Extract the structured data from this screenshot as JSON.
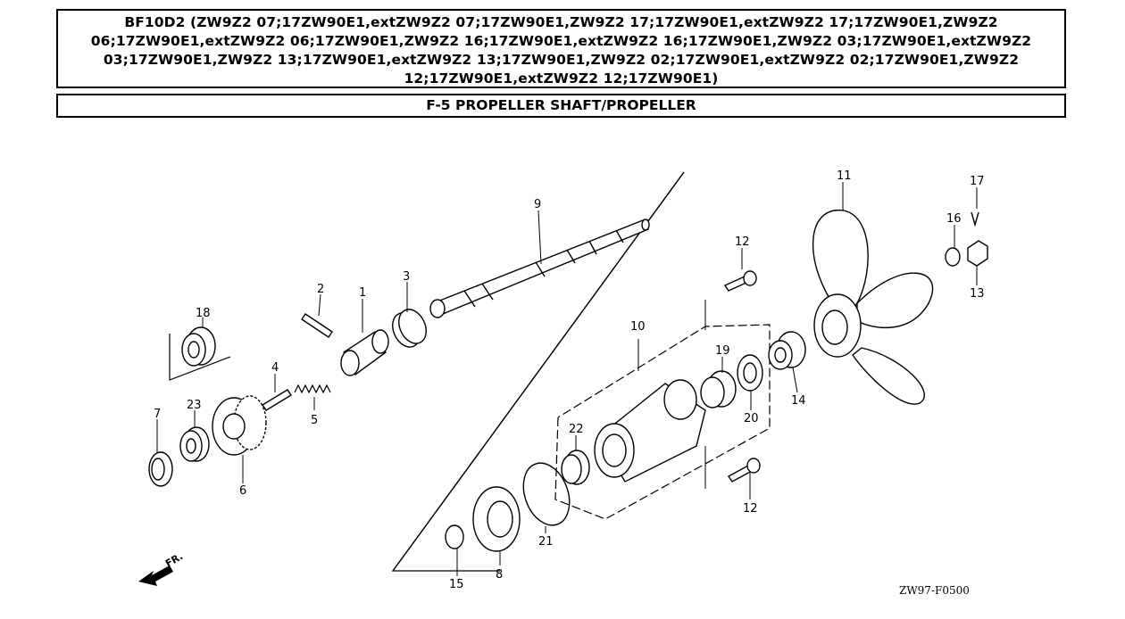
{
  "header": {
    "model_line": "BF10D2 (ZW9Z2 07;17ZW90E1,extZW9Z2 07;17ZW90E1,ZW9Z2 17;17ZW90E1,extZW9Z2 17;17ZW90E1,ZW9Z2 06;17ZW90E1,extZW9Z2 06;17ZW90E1,ZW9Z2 16;17ZW90E1,extZW9Z2 16;17ZW90E1,ZW9Z2 03;17ZW90E1,extZW9Z2 03;17ZW90E1,ZW9Z2 13;17ZW90E1,extZW9Z2 13;17ZW90E1,ZW9Z2 02;17ZW90E1,extZW9Z2 02;17ZW90E1,ZW9Z2 12;17ZW90E1,extZW9Z2 12;17ZW90E1)",
    "section_title": "F-5 PROPELLER SHAFT/PROPELLER"
  },
  "diagram": {
    "callouts": {
      "c1": "1",
      "c2": "2",
      "c3": "3",
      "c4": "4",
      "c5": "5",
      "c6": "6",
      "c7": "7",
      "c8": "8",
      "c9": "9",
      "c10": "10",
      "c11": "11",
      "c12a": "12",
      "c12b": "12",
      "c13": "13",
      "c14": "14",
      "c15": "15",
      "c16": "16",
      "c17": "17",
      "c18": "18",
      "c19": "19",
      "c20": "20",
      "c21": "21",
      "c22": "22",
      "c23": "23"
    },
    "direction_label": "FR.",
    "drawing_code": "ZW97-F0500"
  }
}
